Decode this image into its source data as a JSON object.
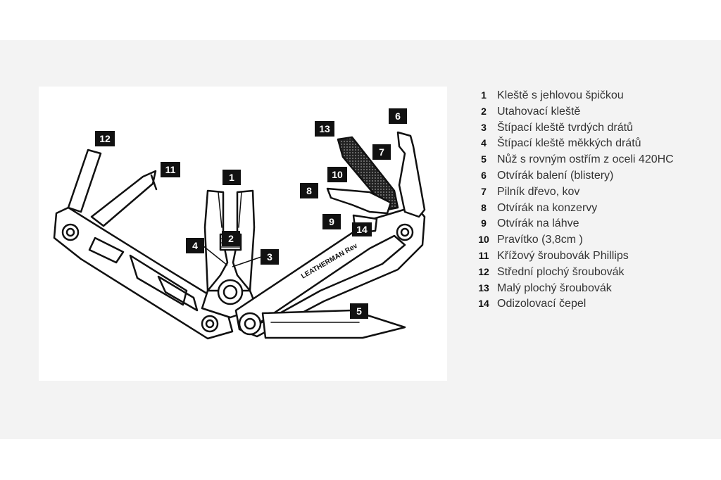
{
  "callouts": [
    {
      "num": "1"
    },
    {
      "num": "2"
    },
    {
      "num": "3"
    },
    {
      "num": "4"
    },
    {
      "num": "5"
    },
    {
      "num": "6"
    },
    {
      "num": "7"
    },
    {
      "num": "8"
    },
    {
      "num": "9"
    },
    {
      "num": "10"
    },
    {
      "num": "11"
    },
    {
      "num": "12"
    },
    {
      "num": "13"
    },
    {
      "num": "14"
    }
  ],
  "brand": {
    "text": "LEATHERMAN",
    "model": "Rev"
  },
  "legend": [
    {
      "num": "1",
      "label": "Kleště s jehlovou špičkou"
    },
    {
      "num": "2",
      "label": "Utahovací kleště"
    },
    {
      "num": "3",
      "label": "Štípací kleště tvrdých drátů"
    },
    {
      "num": "4",
      "label": "Štípací kleště měkkých drátů"
    },
    {
      "num": "5",
      "label": "Nůž s rovným ostřím z oceli 420HC"
    },
    {
      "num": "6",
      "label": "Otvírák balení (blistery)"
    },
    {
      "num": "7",
      "label": "Pilník dřevo, kov"
    },
    {
      "num": "8",
      "label": "Otvírák na konzervy"
    },
    {
      "num": "9",
      "label": "Otvírák na láhve"
    },
    {
      "num": "10",
      "label": "Pravítko (3,8cm )"
    },
    {
      "num": "11",
      "label": "Křížový šroubovák Phillips"
    },
    {
      "num": "12",
      "label": "Střední plochý šroubovák"
    },
    {
      "num": "13",
      "label": "Malý plochý šroubovák"
    },
    {
      "num": "14",
      "label": "Odizolovací čepel"
    }
  ]
}
